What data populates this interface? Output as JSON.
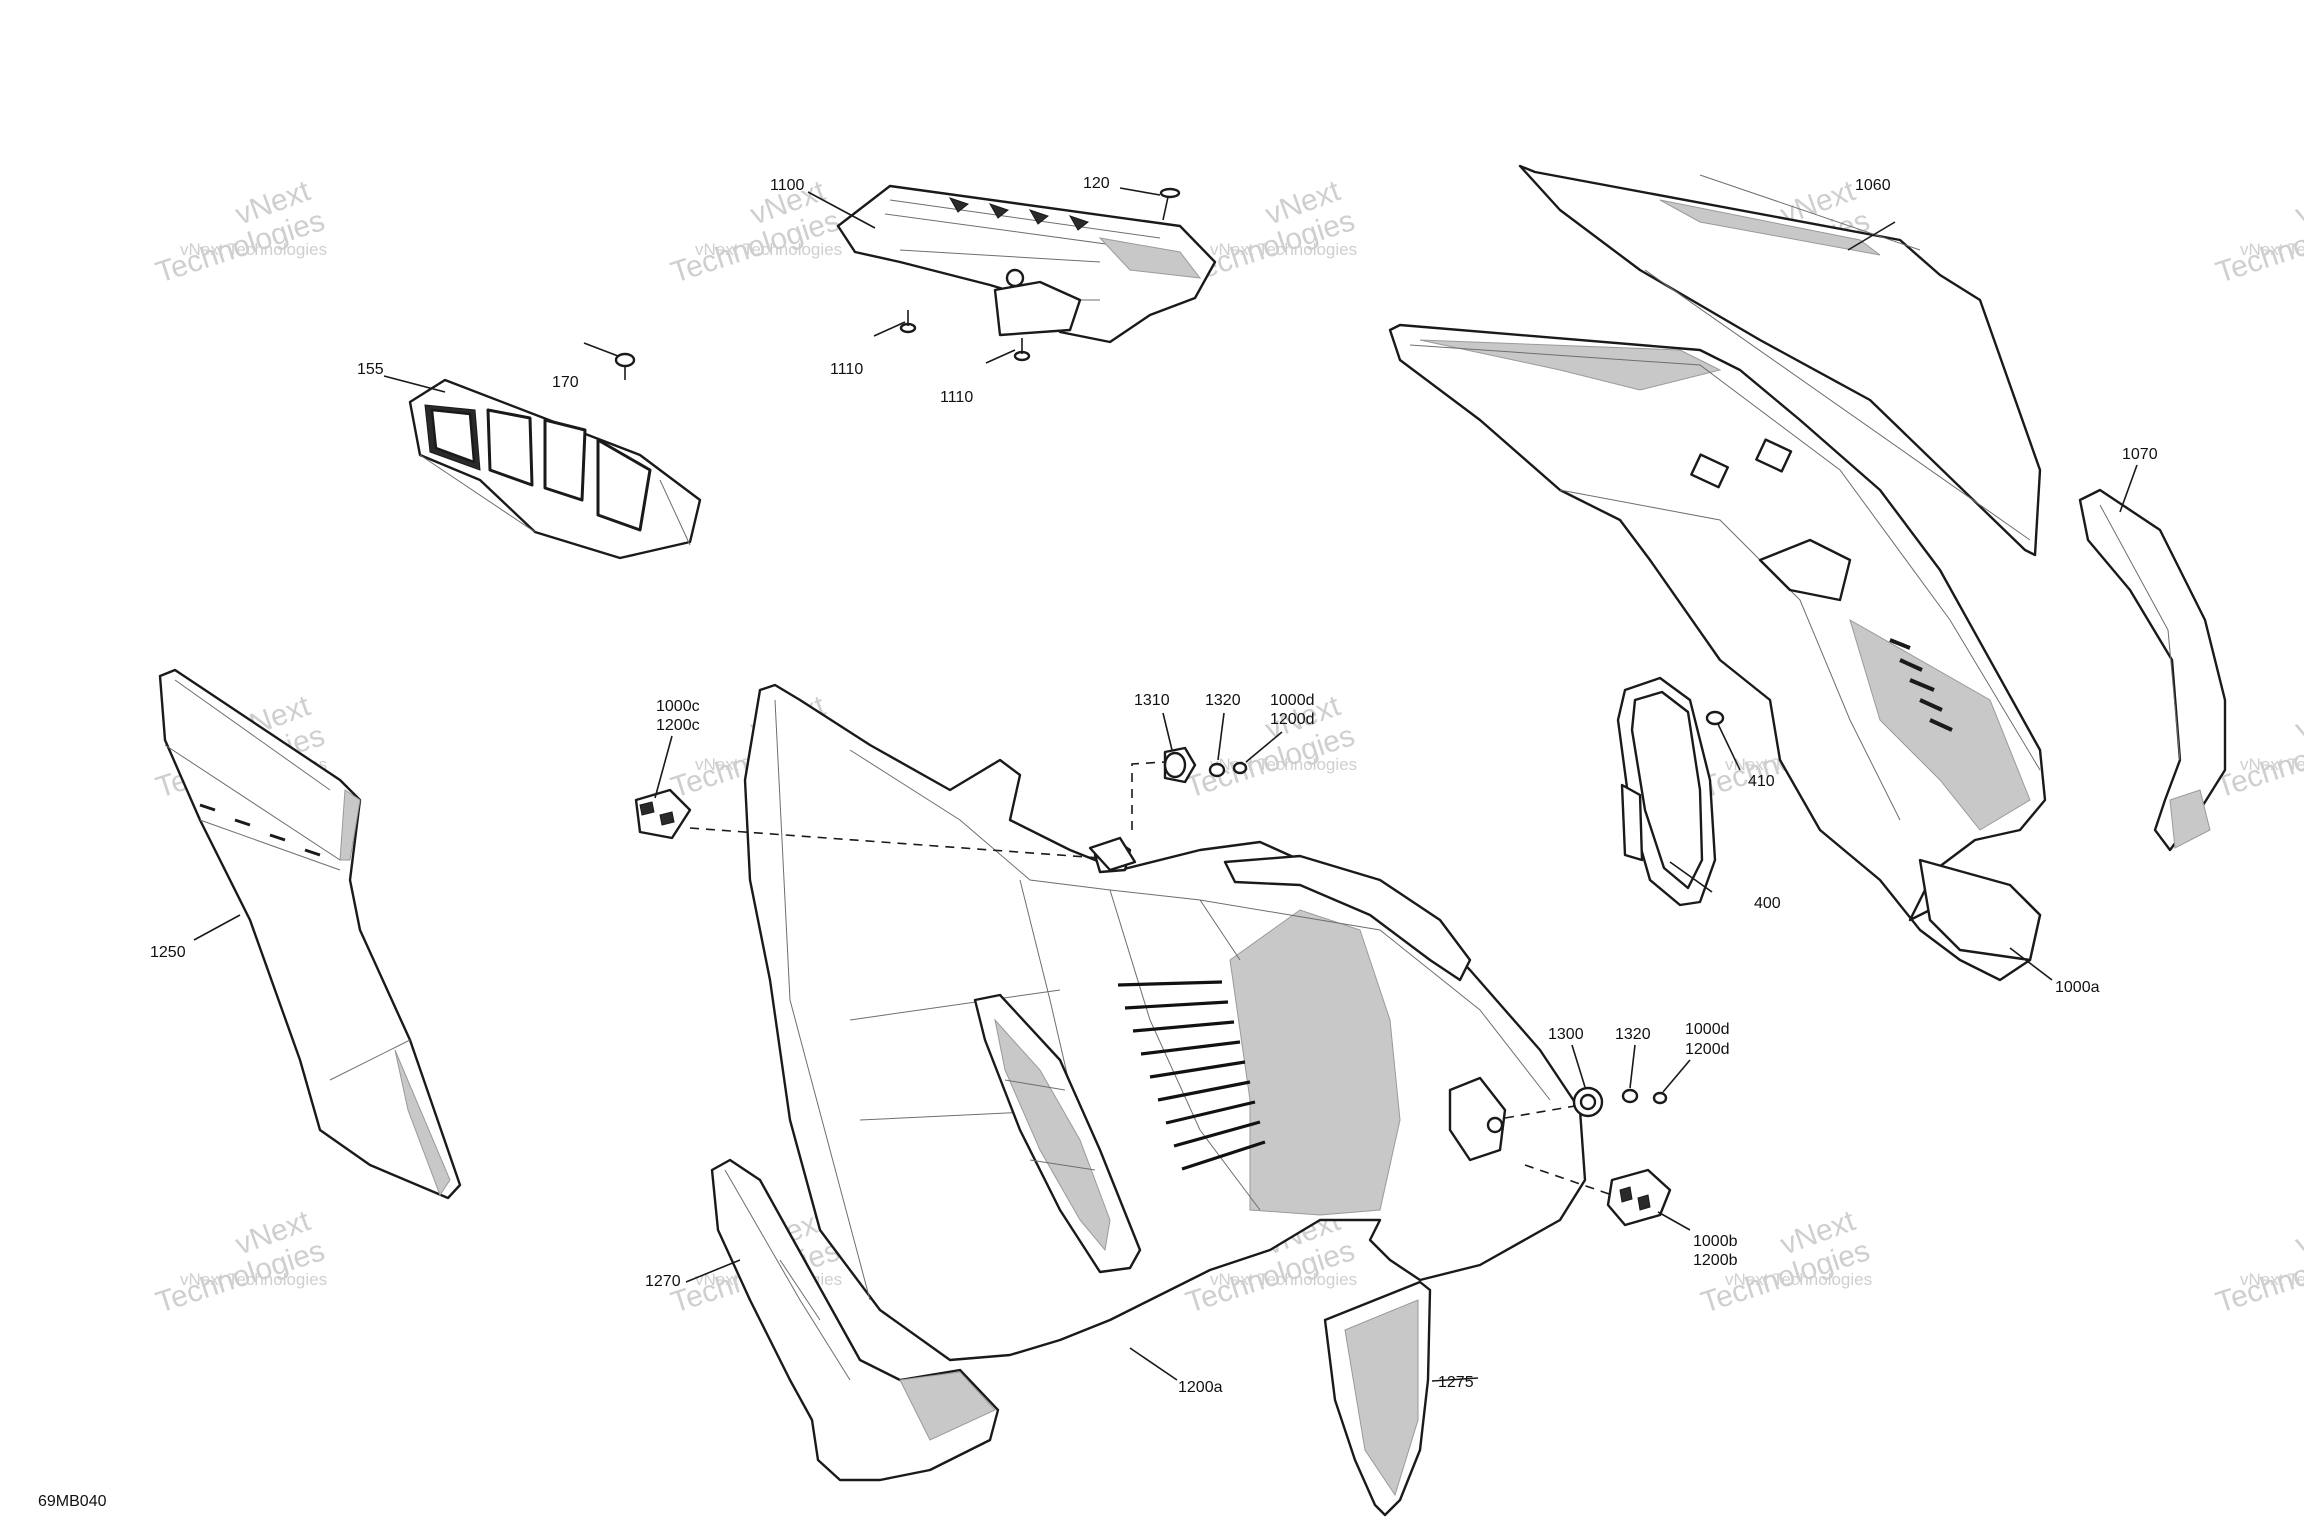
{
  "figure_code": "69MB040",
  "watermark": {
    "brand": "vNext",
    "line1": "vNext Technologies",
    "line2": "Technologies",
    "color": "#cfcfcf"
  },
  "callouts": [
    {
      "id": "c1100",
      "text": "1100"
    },
    {
      "id": "c120",
      "text": "120"
    },
    {
      "id": "c1110a",
      "text": "1110"
    },
    {
      "id": "c1110b",
      "text": "1110"
    },
    {
      "id": "c155",
      "text": "155"
    },
    {
      "id": "c170",
      "text": "170"
    },
    {
      "id": "c1060",
      "text": "1060"
    },
    {
      "id": "c1070",
      "text": "1070"
    },
    {
      "id": "c1250",
      "text": "1250"
    },
    {
      "id": "c1000c",
      "text": "1000c"
    },
    {
      "id": "c1200c",
      "text": "1200c"
    },
    {
      "id": "c1310",
      "text": "1310"
    },
    {
      "id": "c1320a",
      "text": "1320"
    },
    {
      "id": "c1000d_a",
      "text": "1000d"
    },
    {
      "id": "c1200d_a",
      "text": "1200d"
    },
    {
      "id": "c410",
      "text": "410"
    },
    {
      "id": "c400",
      "text": "400"
    },
    {
      "id": "c1000a",
      "text": "1000a"
    },
    {
      "id": "c1300",
      "text": "1300"
    },
    {
      "id": "c1320b",
      "text": "1320"
    },
    {
      "id": "c1000d_b",
      "text": "1000d"
    },
    {
      "id": "c1200d_b",
      "text": "1200d"
    },
    {
      "id": "c1000b",
      "text": "1000b"
    },
    {
      "id": "c1200b",
      "text": "1200b"
    },
    {
      "id": "c1270",
      "text": "1270"
    },
    {
      "id": "c1200a",
      "text": "1200a"
    },
    {
      "id": "c1275",
      "text": "1275"
    }
  ]
}
